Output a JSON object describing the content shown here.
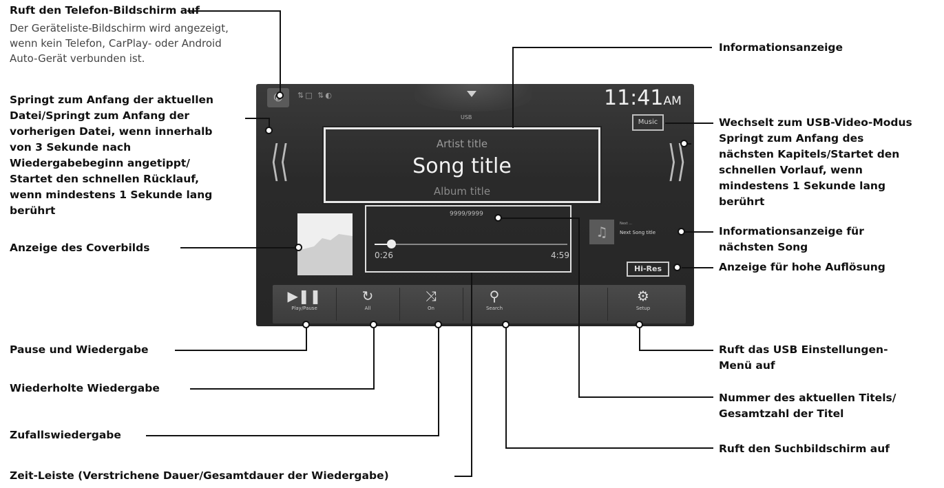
{
  "annotations": {
    "phone_title": "Ruft den Telefon-Bildschirm auf",
    "phone_desc": [
      "Der Geräteliste-Bildschirm wird angezeigt,",
      "wenn kein Telefon, CarPlay- oder Android",
      "Auto-Gerät verbunden ist."
    ],
    "prev": [
      "Springt zum Anfang der aktuellen",
      "Datei/Springt zum Anfang der",
      "vorherigen Datei, wenn innerhalb",
      "von 3 Sekunde nach",
      "Wiedergabebeginn angetippt/",
      "Startet den schnellen Rücklauf,",
      "wenn mindestens 1 Sekunde lang",
      "berührt"
    ],
    "cover": "Anzeige des Coverbilds",
    "play_pause": "Pause und Wiedergabe",
    "repeat": "Wiederholte Wiedergabe",
    "shuffle": "Zufallswiedergabe",
    "timebar": "Zeit-Leiste (Verstrichene Dauer/Gesamtdauer der Wiedergabe)",
    "info": "Informationsanzeige",
    "video_mode": "Wechselt zum USB-Video-Modus",
    "next": [
      "Springt zum Anfang des",
      "nächsten Kapitels/Startet den",
      "schnellen Vorlauf, wenn",
      "mindestens 1 Sekunde lang",
      "berührt"
    ],
    "next_song": [
      "Informationsanzeige für",
      "nächsten Song"
    ],
    "hires": "Anzeige für hohe Auflösung",
    "setup": [
      "Ruft das USB Einstellungen-",
      "Menü auf"
    ],
    "track_number": [
      "Nummer des aktuellen Titels/",
      "Gesamtzahl der Titel"
    ],
    "search": "Ruft den Suchbildschirm auf"
  },
  "screen": {
    "phone_icon": "phone-icon",
    "source_label": "USB",
    "clock": "11:41",
    "clock_ampm": "AM",
    "music_button": "Music",
    "artist": "Artist title",
    "song": "Song title",
    "album": "Album title",
    "track_number": "9999/9999",
    "time_elapsed": "0:26",
    "time_total": "4:59",
    "progress_fraction": 0.087,
    "next_song_small": "Next ...",
    "next_song_title": "Next Song title",
    "hires": "Hi-Res",
    "buttons": [
      {
        "label": "Play/Pause",
        "icon": "play-pause-icon"
      },
      {
        "label": "All",
        "icon": "repeat-icon"
      },
      {
        "label": "On",
        "icon": "shuffle-icon"
      },
      {
        "label": "Search",
        "icon": "search-icon"
      },
      {
        "label": "Setup",
        "icon": "gear-icon"
      }
    ]
  }
}
